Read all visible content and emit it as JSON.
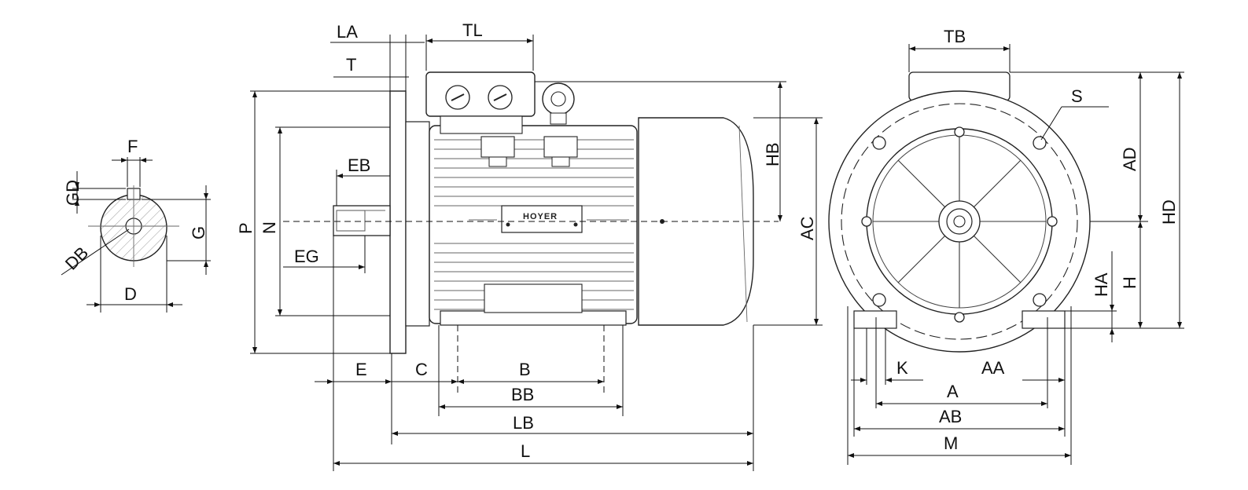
{
  "drawing": {
    "brand_plate": "HOYER",
    "shaft_view_labels": {
      "F": "F",
      "GD": "GD",
      "G": "G",
      "DB": "DB",
      "D": "D"
    },
    "side_view_labels": {
      "LA": "LA",
      "TL": "TL",
      "T": "T",
      "EB": "EB",
      "P": "P",
      "N": "N",
      "EG": "EG",
      "HB": "HB",
      "AC": "AC",
      "E": "E",
      "C": "C",
      "B": "B",
      "BB": "BB",
      "LB": "LB",
      "L": "L"
    },
    "end_view_labels": {
      "TB": "TB",
      "S": "S",
      "AD": "AD",
      "HD": "HD",
      "HA": "HA",
      "H": "H",
      "K": "K",
      "AA": "AA",
      "A": "A",
      "AB": "AB",
      "M": "M"
    }
  }
}
